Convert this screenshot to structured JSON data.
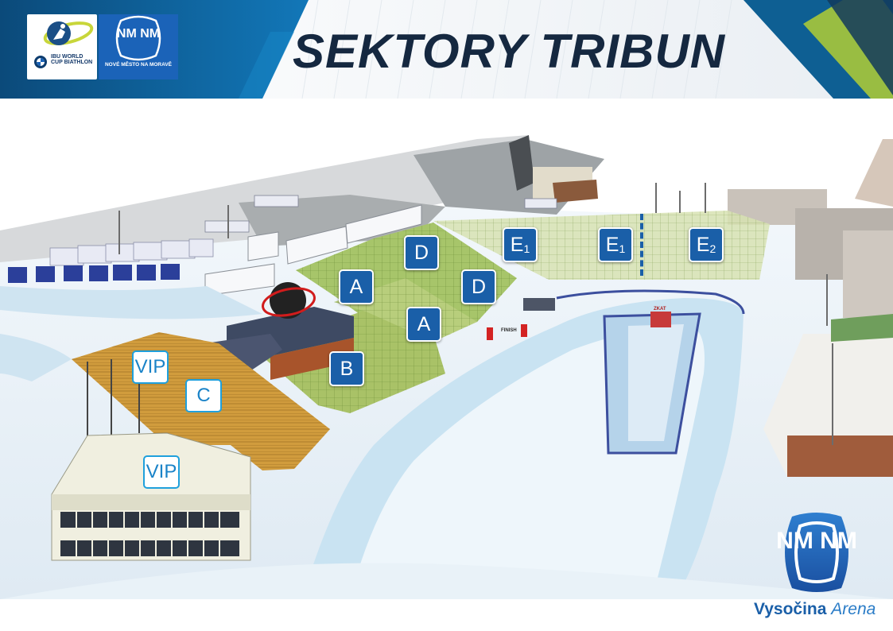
{
  "header": {
    "title": "SEKTORY TRIBUN",
    "ibu_logo_text": "IBU WORLD CUP BIATHLON",
    "nmnm_logo_text": "NOVÉ MĚSTO NA MORAVĚ",
    "nmnm_mark": "NM NM"
  },
  "sectors": [
    {
      "label": "D",
      "sub": ""
    },
    {
      "label": "E",
      "sub": "1"
    },
    {
      "label": "E",
      "sub": "1"
    },
    {
      "label": "E",
      "sub": "2"
    },
    {
      "label": "A",
      "sub": ""
    },
    {
      "label": "D",
      "sub": ""
    },
    {
      "label": "A",
      "sub": ""
    },
    {
      "label": "B",
      "sub": ""
    },
    {
      "label": "VIP",
      "sub": ""
    },
    {
      "label": "C",
      "sub": ""
    },
    {
      "label": "VIP",
      "sub": ""
    }
  ],
  "track_labels": {
    "finish": "FINISH",
    "start": "ZKAT"
  },
  "footer": {
    "logo_mark": "NM NM",
    "arena_name_bold": "Vysočina",
    "arena_name_italic": "Arena"
  },
  "colors": {
    "sector_blue": "#1a5fa8",
    "vip_border": "#1fa0dc",
    "title_dark": "#152840",
    "header_blue": "#0e5f93",
    "accent_green": "#a8c83a",
    "stand_green": "#9dbf55",
    "stand_wood": "#c9963a",
    "snow": "#e6f0f7"
  },
  "icons": [
    "ibu-logo-icon",
    "nmnm-logo-icon"
  ]
}
